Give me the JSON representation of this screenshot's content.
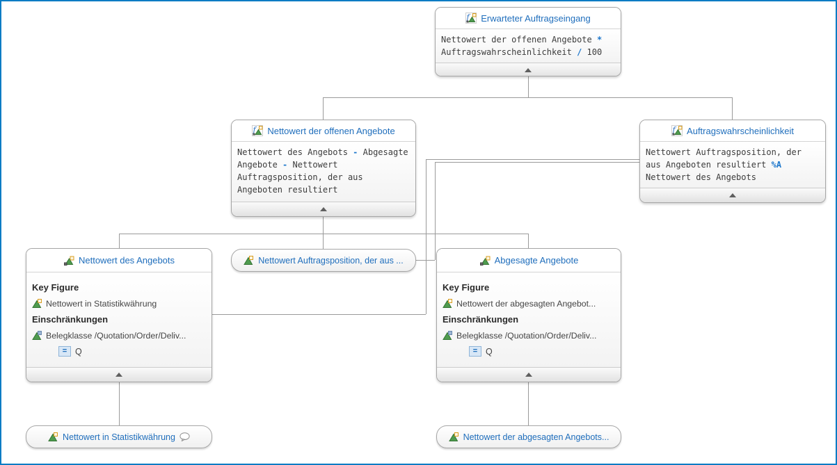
{
  "frame": {
    "background": "#ffffff",
    "border_color": "#0a7cc4"
  },
  "colors": {
    "node_title_blue": "#1f6ebc",
    "formula_operator_blue": "#1e78cc",
    "connector_gray": "#9a9a9a",
    "key_figure_icon_green": "#4f9b4f",
    "key_figure_icon_orange": "#d89c1e",
    "restriction_icon_blue": "#9db6d4",
    "equals_badge_background": "#d8e7f6"
  },
  "icons": {
    "calculated_key_figure": "calculated-key-figure-icon",
    "restricted_key_figure": "restricted-key-figure-icon",
    "key_figure": "key-figure-icon",
    "restriction": "restriction-icon",
    "comment": "comment-bubble-icon",
    "collapse": "collapse-arrow-icon"
  },
  "nodes": {
    "erwarteter_auftragseingang": {
      "title": "Erwarteter Auftragseingang",
      "formula": {
        "s1": "Nettowert der offenen Angebote ",
        "op1": "*",
        "s2": "\nAuftragswahrscheinlichkeit ",
        "op2": "/",
        "s3": " 100"
      }
    },
    "nettowert_der_offenen_angebote": {
      "title": "Nettowert der offenen Angebote",
      "formula": {
        "s1": "Nettowert des Angebots ",
        "op1": "-",
        "s2": " Abgesagte\nAngebote ",
        "op2": "-",
        "s3": " Nettowert\nAuftragsposition, der aus\nAngeboten resultiert"
      }
    },
    "auftragswahrscheinlichkeit": {
      "title": "Auftragswahrscheinlichkeit",
      "formula": {
        "s1": "Nettowert Auftragsposition, der\naus Angeboten resultiert ",
        "op1": "%A",
        "s2": "\nNettowert des Angebots"
      }
    },
    "nettowert_des_angebots": {
      "title": "Nettowert des Angebots",
      "key_figure_label": "Key Figure",
      "key_figure": "Nettowert in Statistikwährung",
      "restrictions_label": "Einschränkungen",
      "restriction": "Belegklasse /Quotation/Order/Deliv...",
      "restriction_operator": "=",
      "restriction_value": "Q"
    },
    "nettowert_auftragsposition": {
      "title": "Nettowert Auftragsposition, der aus ..."
    },
    "abgesagte_angebote": {
      "title": "Abgesagte Angebote",
      "key_figure_label": "Key Figure",
      "key_figure": "Nettowert der abgesagten Angebot...",
      "restrictions_label": "Einschränkungen",
      "restriction": "Belegklasse /Quotation/Order/Deliv...",
      "restriction_operator": "=",
      "restriction_value": "Q"
    },
    "nettowert_in_statistikwaehrung": {
      "title": "Nettowert in Statistikwährung"
    },
    "nettowert_der_abgesagten_angebote": {
      "title": "Nettowert der abgesagten Angebots..."
    }
  }
}
